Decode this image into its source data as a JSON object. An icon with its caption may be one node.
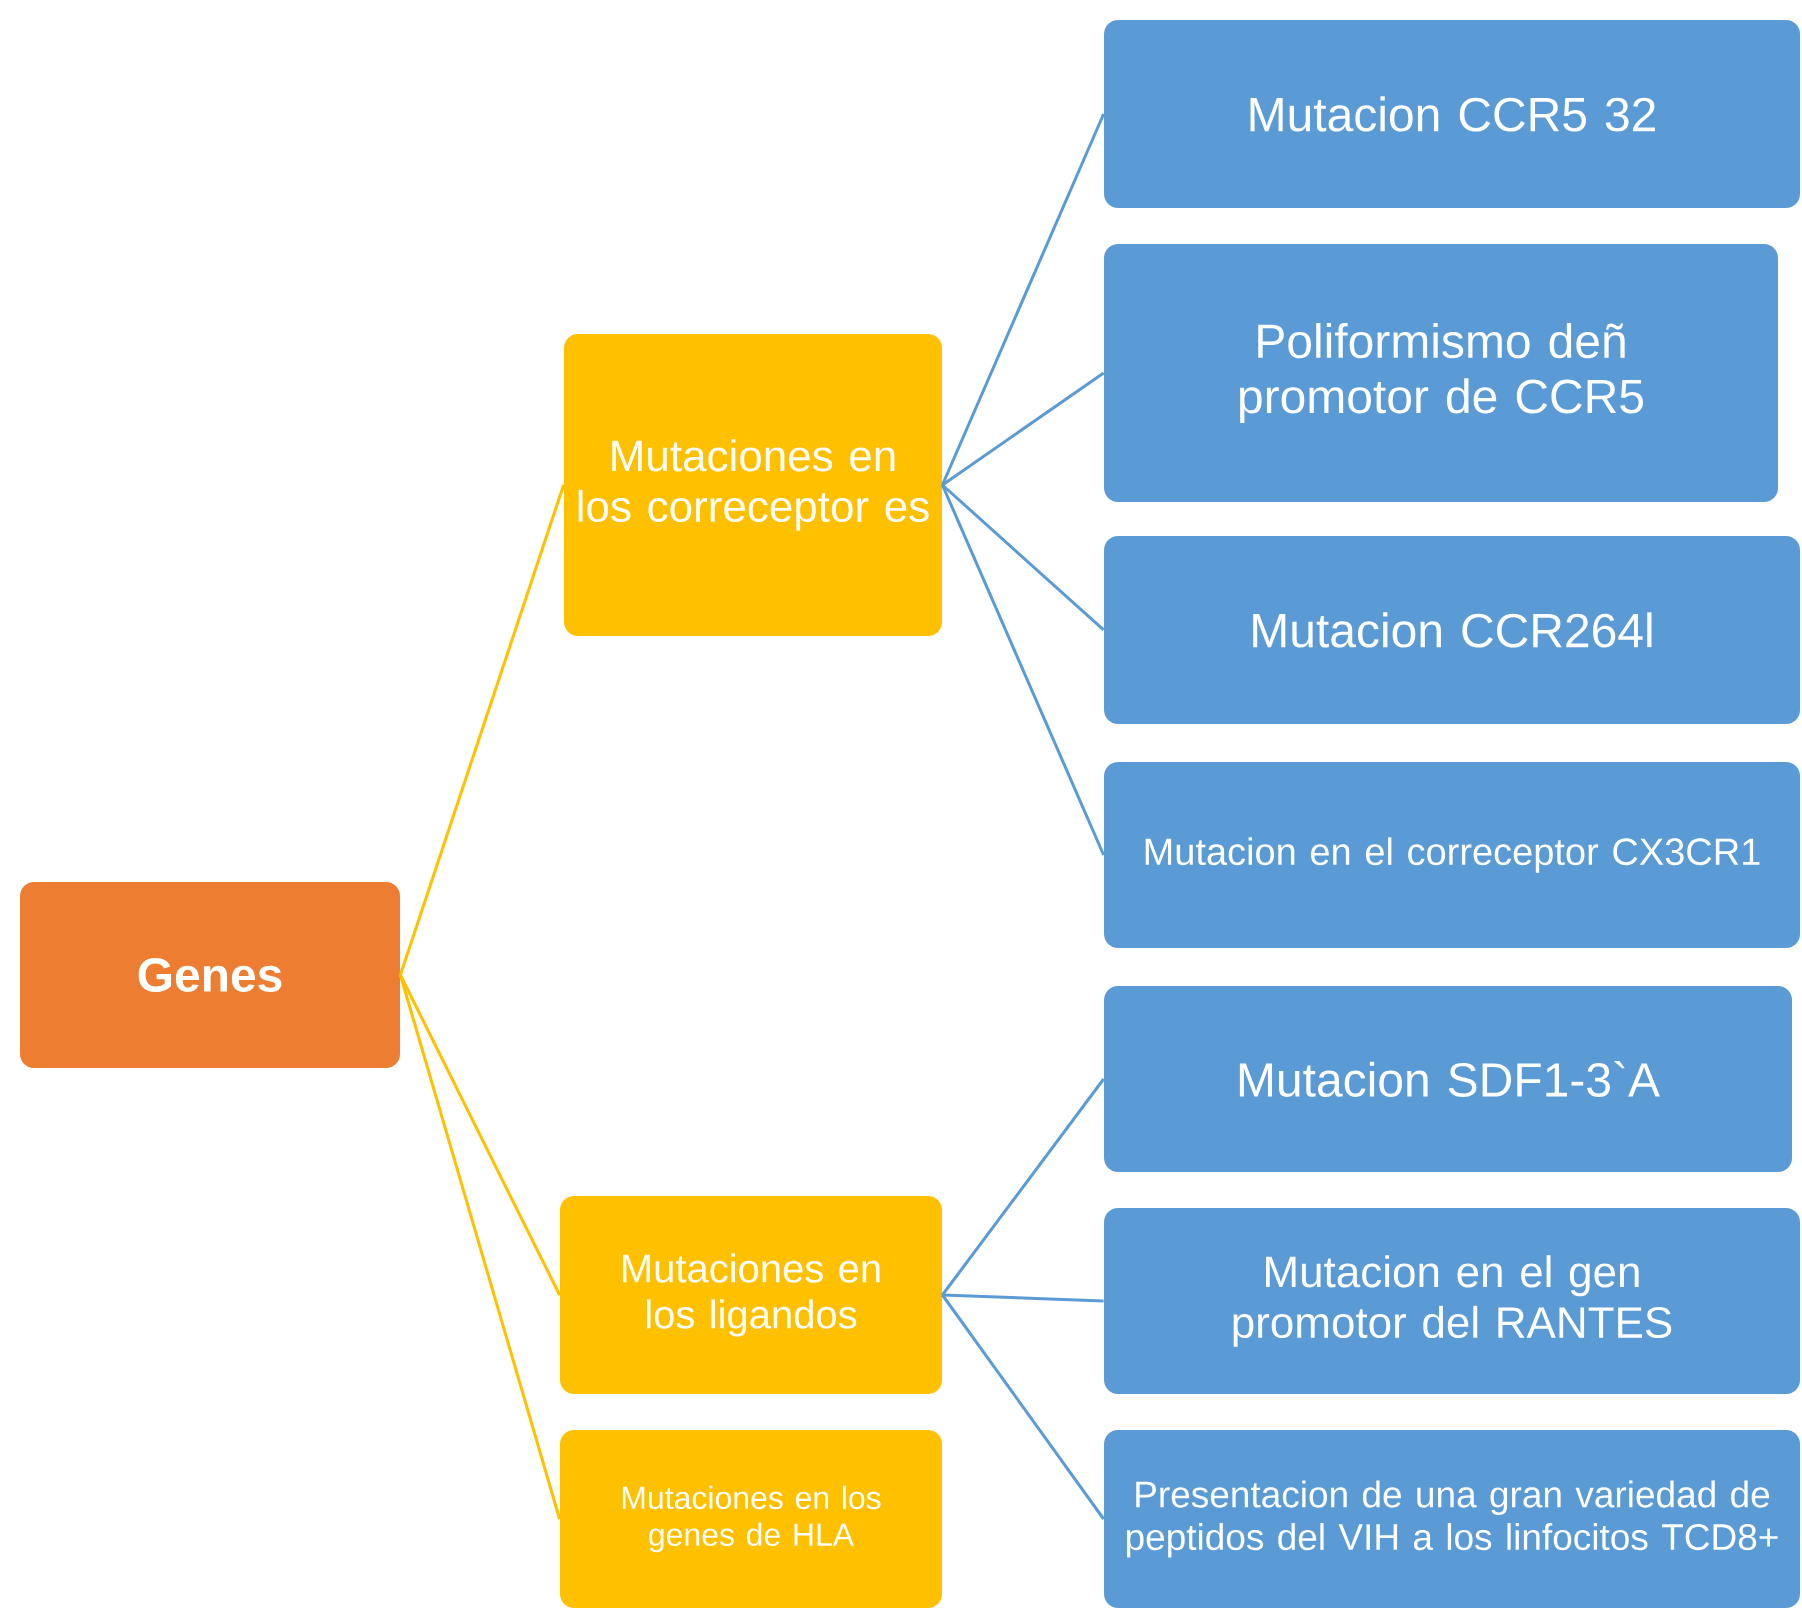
{
  "diagram": {
    "nodes": [
      {
        "text": [
          "Genes"
        ]
      },
      {
        "text": [
          "Mutaciones en los correceptor es"
        ]
      },
      {
        "text": [
          "Mutacion CCR5 32"
        ]
      },
      {
        "text": [
          "Poliformismo deñ promotor de CCR5"
        ]
      },
      {
        "text": [
          "Mutacion CCR264l"
        ]
      },
      {
        "text": [
          "Mutacion en el correceptor CX3CR1"
        ]
      },
      {
        "text": [
          "Mutaciones en los ligandos"
        ]
      },
      {
        "text": [
          "Mutaciones en los genes de HLA"
        ]
      },
      {
        "text": [
          "Mutacion SDF1-3`A"
        ]
      },
      {
        "text": [
          "Mutacion en el gen promotor del RANTES"
        ]
      },
      {
        "text": [
          "Presentacion de una gran variedad de peptidos del VIH a los linfocitos TCD8+"
        ]
      }
    ],
    "edges": [
      {
        "from": 0,
        "to": 1,
        "arrow": "none",
        "color": "#ffc000"
      },
      {
        "from": 0,
        "to": 6,
        "arrow": "none",
        "color": "#ffc000"
      },
      {
        "from": 0,
        "to": 7,
        "arrow": "none",
        "color": "#ffc000"
      },
      {
        "from": 1,
        "to": 2,
        "arrow": "none"
      },
      {
        "from": 1,
        "to": 3,
        "arrow": "none"
      },
      {
        "from": 1,
        "to": 4,
        "arrow": "none"
      },
      {
        "from": 1,
        "to": 5,
        "arrow": "none"
      },
      {
        "from": 6,
        "to": 8,
        "arrow": "none"
      },
      {
        "from": 6,
        "to": 9,
        "arrow": "none"
      },
      {
        "from": 6,
        "to": 10,
        "arrow": "none"
      }
    ]
  }
}
